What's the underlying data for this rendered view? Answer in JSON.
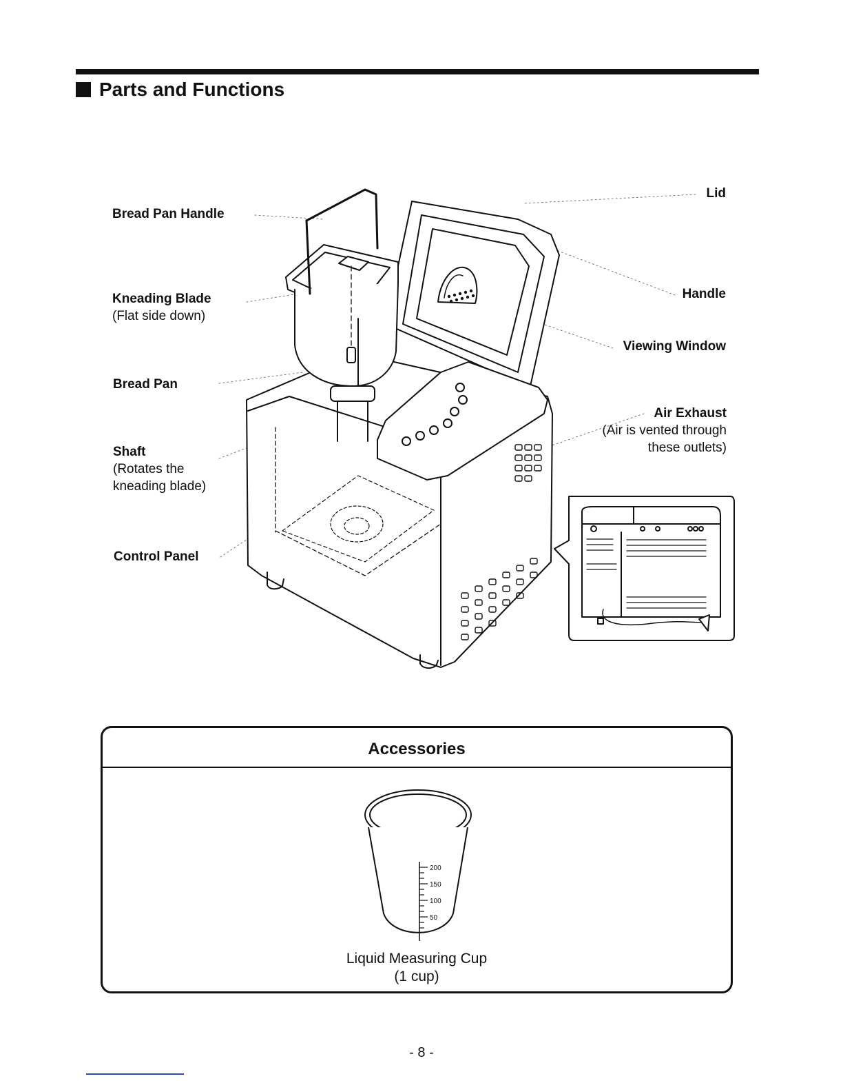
{
  "header": {
    "title": "Parts and Functions"
  },
  "labels": {
    "bread_pan_handle": "Bread Pan Handle",
    "kneading_blade": "Kneading Blade",
    "kneading_blade_note": "(Flat side down)",
    "bread_pan": "Bread Pan",
    "shaft": "Shaft",
    "shaft_note_1": "(Rotates the",
    "shaft_note_2": "kneading blade)",
    "control_panel": "Control Panel",
    "lid": "Lid",
    "handle": "Handle",
    "viewing_window": "Viewing Window",
    "air_exhaust": "Air Exhaust",
    "air_exhaust_note_1": "(Air is vented through",
    "air_exhaust_note_2": "these outlets)"
  },
  "accessories": {
    "title": "Accessories",
    "cup_scale": [
      "200",
      "150",
      "100",
      "50"
    ],
    "cup_name": "Liquid Measuring Cup",
    "cup_size": "(1 cup)"
  },
  "footer": {
    "page_number": "- 8 -"
  }
}
